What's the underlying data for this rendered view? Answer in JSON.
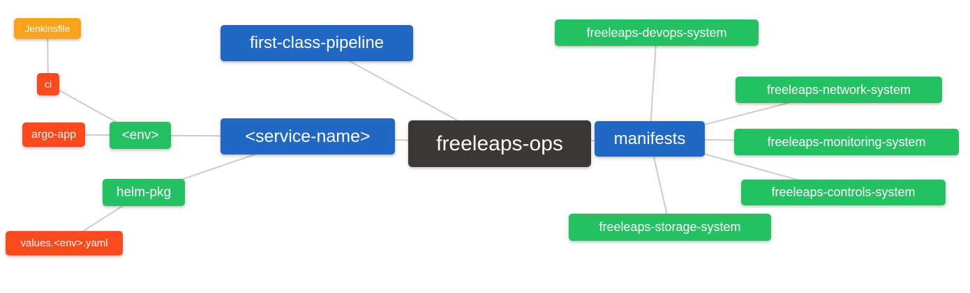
{
  "diagram": {
    "type": "mindmap",
    "background": "#ffffff",
    "edge_color": "#cccccc",
    "edge_width": 2
  },
  "palette": {
    "root_dark": "#3b3734",
    "branch_blue": "#2068c4",
    "leaf_green": "#23c162",
    "leaf_red_orange": "#fb4a1c",
    "leaf_orange": "#faa21b"
  },
  "nodes": {
    "freeleaps_ops": {
      "label": "freeleaps-ops",
      "color": "#3b3734",
      "level": "root"
    },
    "first_class_pipeline": {
      "label": "first-class-pipeline",
      "color": "#2068c4",
      "level": "branch"
    },
    "service_name": {
      "label": "<service-name>",
      "color": "#2068c4",
      "level": "branch"
    },
    "manifests": {
      "label": "manifests",
      "color": "#2068c4",
      "level": "branch"
    },
    "env": {
      "label": "<env>",
      "color": "#23c162",
      "level": "sub"
    },
    "helm_pkg": {
      "label": "helm-pkg",
      "color": "#23c162",
      "level": "sub"
    },
    "ci": {
      "label": "ci",
      "color": "#fb4a1c",
      "level": "leaf"
    },
    "argo_app": {
      "label": "argo-app",
      "color": "#fb4a1c",
      "level": "leaf"
    },
    "values_env_yaml": {
      "label": "values.<env>.yaml",
      "color": "#fb4a1c",
      "level": "leaf"
    },
    "jenkinsfile": {
      "label": "Jenkinsfile",
      "color": "#faa21b",
      "level": "leaf"
    },
    "freeleaps_devops_system": {
      "label": "freeleaps-devops-system",
      "color": "#23c162",
      "level": "sub"
    },
    "freeleaps_network_system": {
      "label": "freeleaps-network-system",
      "color": "#23c162",
      "level": "sub"
    },
    "freeleaps_monitoring_system": {
      "label": "freeleaps-monitoring-system",
      "color": "#23c162",
      "level": "sub"
    },
    "freeleaps_controls_system": {
      "label": "freeleaps-controls-system",
      "color": "#23c162",
      "level": "sub"
    },
    "freeleaps_storage_system": {
      "label": "freeleaps-storage-system",
      "color": "#23c162",
      "level": "sub"
    }
  },
  "edges": [
    [
      "jenkinsfile",
      "ci"
    ],
    [
      "ci",
      "env"
    ],
    [
      "argo_app",
      "env"
    ],
    [
      "env",
      "service_name"
    ],
    [
      "helm_pkg",
      "service_name"
    ],
    [
      "values_env_yaml",
      "helm_pkg"
    ],
    [
      "first_class_pipeline",
      "freeleaps_ops"
    ],
    [
      "service_name",
      "freeleaps_ops"
    ],
    [
      "freeleaps_ops",
      "manifests"
    ],
    [
      "manifests",
      "freeleaps_devops_system"
    ],
    [
      "manifests",
      "freeleaps_network_system"
    ],
    [
      "manifests",
      "freeleaps_monitoring_system"
    ],
    [
      "manifests",
      "freeleaps_controls_system"
    ],
    [
      "manifests",
      "freeleaps_storage_system"
    ]
  ]
}
